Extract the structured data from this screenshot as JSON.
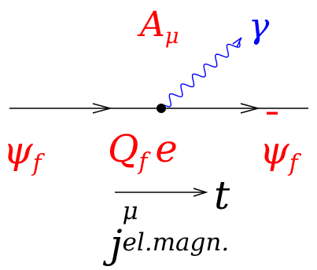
{
  "labels": {
    "gauge_field": {
      "base": "A",
      "sub": "μ"
    },
    "photon": "γ",
    "fermion_in": {
      "base": "ψ",
      "sub": "f"
    },
    "vertex_charge": {
      "base": "Q",
      "sub": "f",
      "factor": "e"
    },
    "fermion_out": {
      "base": "ψ",
      "bar": "¯",
      "sub": "f"
    },
    "time": "t",
    "current": {
      "base": "j",
      "sup": "μ",
      "sub": "el.magn."
    }
  },
  "colors": {
    "labels": "#ff0000",
    "photon": "#0000ff",
    "lines": "#000000"
  }
}
